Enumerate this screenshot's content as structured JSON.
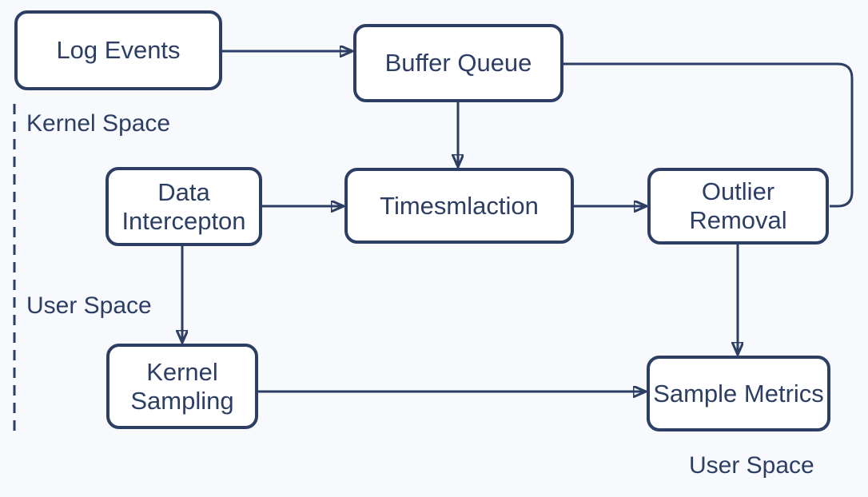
{
  "diagram": {
    "background_color": "#f7f9fc",
    "stroke_color": "#2c3e64",
    "node_fill_color": "#ffffff",
    "nodes": {
      "log_events": {
        "label": "Log Events"
      },
      "buffer_queue": {
        "label": "Buffer Queue"
      },
      "data_intercepton": {
        "label": "Data\nIntercepton"
      },
      "timesmlaction": {
        "label": "Timesmlaction"
      },
      "outlier_removal": {
        "label": "Outlier\nRemoval"
      },
      "kernel_sampling": {
        "label": "Kernel\nSampling"
      },
      "sample_metrics": {
        "label": "Sample Metrics"
      }
    },
    "region_labels": {
      "kernel_space": "Kernel Space",
      "user_space_left": "User Space",
      "user_space_bottom": "User Space"
    },
    "edges": [
      {
        "from": "Log Events",
        "to": "Buffer Queue",
        "arrow": true,
        "shape": "straight"
      },
      {
        "from": "Buffer Queue",
        "to": "Timesmlaction",
        "arrow": true,
        "shape": "straight"
      },
      {
        "from": "Data Intercepton",
        "to": "Timesmlaction",
        "arrow": true,
        "shape": "straight"
      },
      {
        "from": "Timesmlaction",
        "to": "Outlier Removal",
        "arrow": true,
        "shape": "straight"
      },
      {
        "from": "Buffer Queue",
        "to": "Outlier Removal",
        "arrow": false,
        "shape": "elbow-right"
      },
      {
        "from": "Data Intercepton",
        "to": "Kernel Sampling",
        "arrow": true,
        "shape": "straight"
      },
      {
        "from": "Outlier Removal",
        "to": "Sample Metrics",
        "arrow": true,
        "shape": "straight"
      },
      {
        "from": "Kernel Sampling",
        "to": "Sample Metrics",
        "arrow": true,
        "shape": "straight"
      }
    ],
    "divider": {
      "style": "dashed-vertical",
      "separates": [
        "Kernel Space",
        "User Space"
      ]
    }
  }
}
